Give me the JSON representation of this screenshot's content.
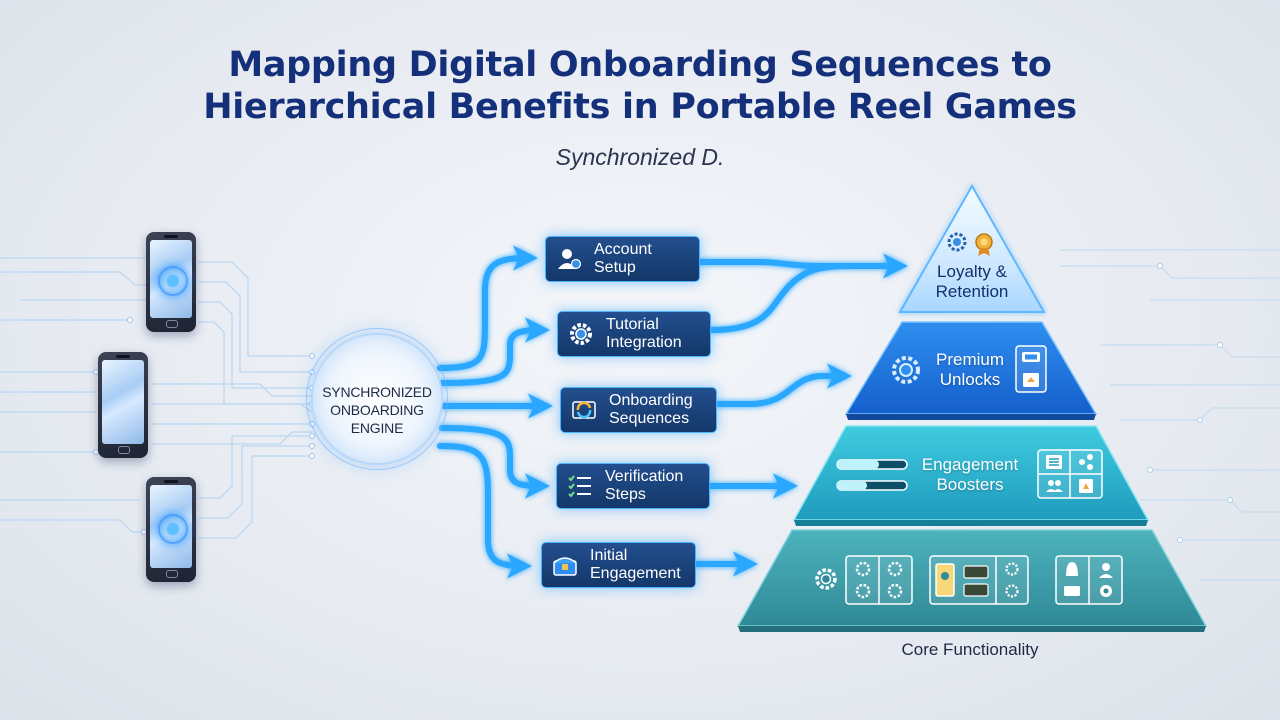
{
  "title": {
    "line1": "Mapping Digital Onboarding Sequences to",
    "line2": "Hierarchical Benefits in Portable Reel Games"
  },
  "subtitle": "Synchronized D.",
  "engine": {
    "line1": "SYNCHRONIZED",
    "line2": "ONBOARDING",
    "line3": "ENGINE"
  },
  "steps": [
    {
      "line1": "Account",
      "line2": "Setup",
      "icon": "user-icon"
    },
    {
      "line1": "Tutorial",
      "line2": "Integration",
      "icon": "gear-icon"
    },
    {
      "line1": "Onboarding",
      "line2": "Sequences",
      "icon": "sync-icon"
    },
    {
      "line1": "Verification",
      "line2": "Steps",
      "icon": "checklist-icon"
    },
    {
      "line1": "Initial",
      "line2": "Engagement",
      "icon": "treasure-chest-icon"
    }
  ],
  "pyramid": {
    "tiers": [
      {
        "line1": "Loyalty &",
        "line2": "Retention"
      },
      {
        "line1": "Premium",
        "line2": "Unlocks"
      },
      {
        "line1": "Engagement",
        "line2": "Boosters"
      }
    ],
    "base_label": "Core Functionality"
  },
  "colors": {
    "title": "#15307a",
    "step_fill": "#1a4280",
    "arrow": "#29a8ff",
    "tier_top": "#d5ecff",
    "tier_premium": "#1e6fd6",
    "tier_boosters": "#2bb3cf",
    "tier_core": "#3a97a6"
  }
}
